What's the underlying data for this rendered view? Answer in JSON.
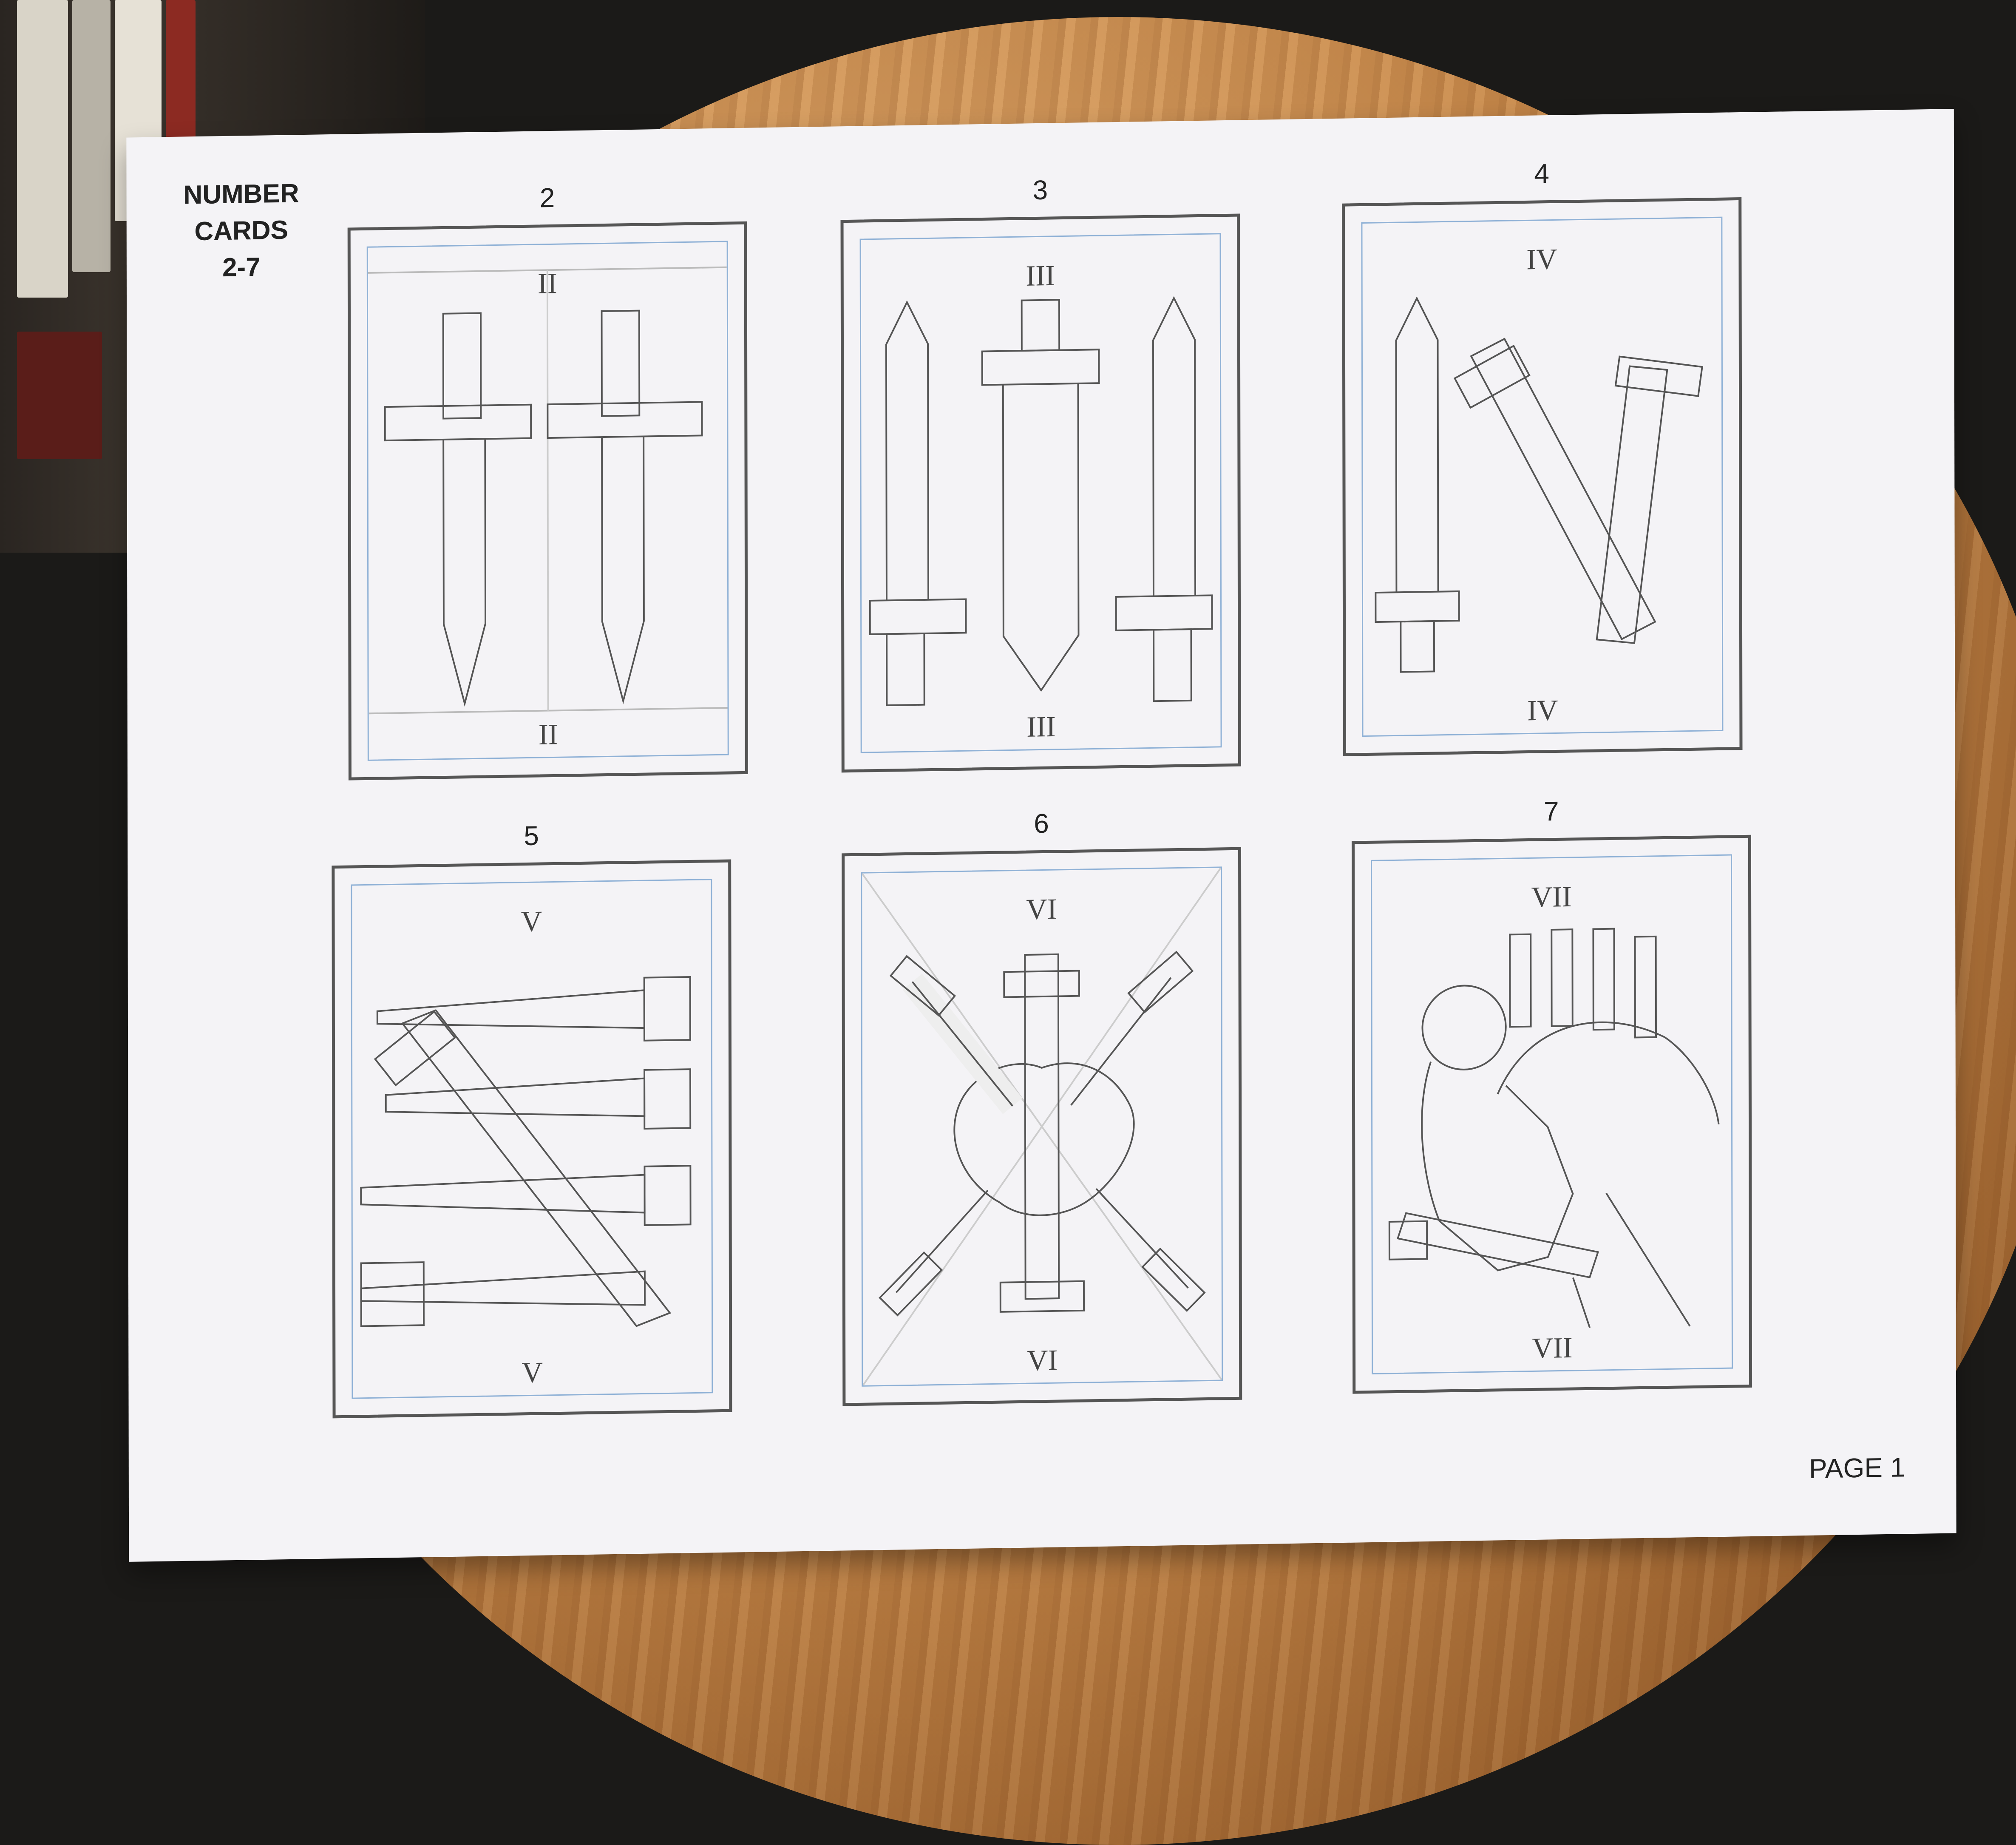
{
  "sheet": {
    "title_lines": [
      "NUMBER",
      "CARDS",
      "2-7"
    ],
    "page_label": "PAGE 1"
  },
  "cards": [
    {
      "number": "2",
      "numeral": "II"
    },
    {
      "number": "3",
      "numeral": "III"
    },
    {
      "number": "4",
      "numeral": "IV"
    },
    {
      "number": "5",
      "numeral": "V"
    },
    {
      "number": "6",
      "numeral": "VI"
    },
    {
      "number": "7",
      "numeral": "VII"
    }
  ]
}
